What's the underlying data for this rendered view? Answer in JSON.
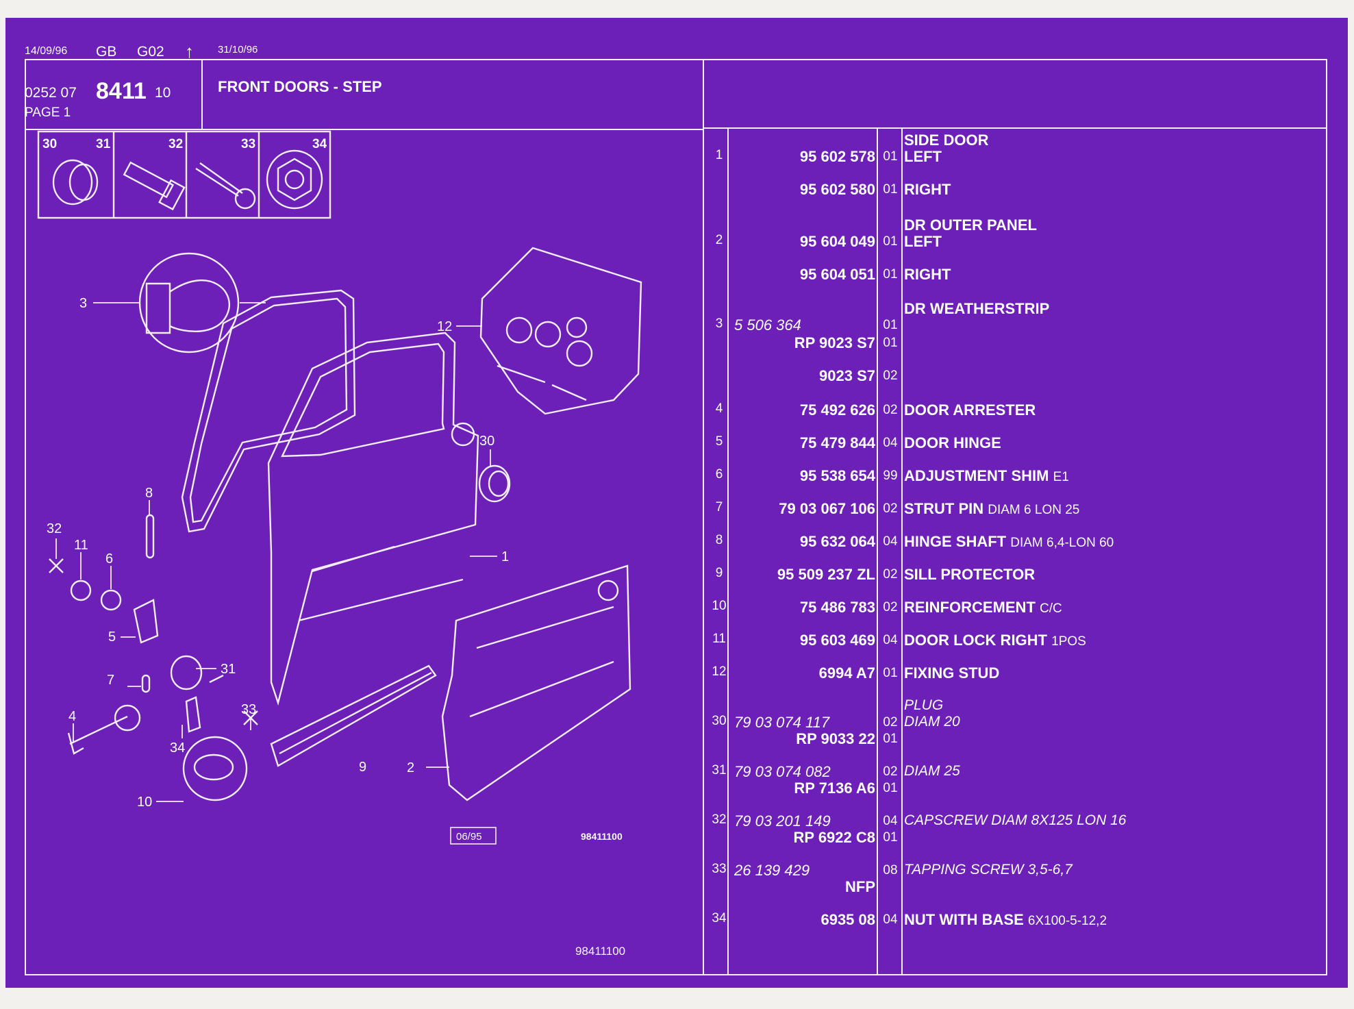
{
  "header": {
    "date_left": "14/09/96",
    "lang": "GB",
    "code": "G02",
    "arrow": "↑",
    "date_right": "31/10/96",
    "ref_prefix": "0252 07",
    "group": "8411",
    "ref_suffix": "10",
    "page": "PAGE 1",
    "title": "FRONT DOORS - STEP"
  },
  "small_parts": [
    {
      "no": "30",
      "icon": "plug-icon"
    },
    {
      "no": "31",
      "icon": "bolt-icon"
    },
    {
      "no": "32",
      "icon": "capscrew-icon"
    },
    {
      "no": "33",
      "icon": "tapping-screw-icon"
    },
    {
      "no": "34",
      "icon": "flange-nut-icon"
    }
  ],
  "drawing": {
    "callouts": [
      "1",
      "2",
      "3",
      "4",
      "5",
      "6",
      "7",
      "8",
      "9",
      "10",
      "11",
      "12",
      "30",
      "31",
      "32",
      "33",
      "34"
    ],
    "stamp_date": "06/95",
    "drawing_no_mid": "98411100",
    "drawing_no_bottom": "98411100"
  },
  "parts": [
    {
      "no": "",
      "ref": "",
      "qty": "",
      "desc": "SIDE DOOR",
      "desc_suffix": "",
      "italic": false
    },
    {
      "no": "1",
      "ref": "95 602 578",
      "qty": "01",
      "desc": "LEFT",
      "desc_suffix": "",
      "italic": false
    },
    {
      "no": "",
      "ref": "95 602 580",
      "qty": "01",
      "desc": "RIGHT",
      "desc_suffix": "",
      "italic": false
    },
    {
      "no": "",
      "ref": "",
      "qty": "",
      "desc": "DR OUTER PANEL",
      "desc_suffix": "",
      "italic": false
    },
    {
      "no": "2",
      "ref": "95 604 049",
      "qty": "01",
      "desc": "LEFT",
      "desc_suffix": "",
      "italic": false
    },
    {
      "no": "",
      "ref": "95 604 051",
      "qty": "01",
      "desc": "RIGHT",
      "desc_suffix": "",
      "italic": false
    },
    {
      "no": "",
      "ref": "",
      "qty": "",
      "desc": "DR WEATHERSTRIP",
      "desc_suffix": "",
      "italic": false
    },
    {
      "no": "3",
      "ref": "5 506 364",
      "qty": "01",
      "desc": "",
      "desc_suffix": "",
      "italic": true
    },
    {
      "no": "",
      "ref": "RP  9023 S7",
      "qty": "01",
      "desc": "",
      "desc_suffix": "",
      "italic": false
    },
    {
      "no": "",
      "ref": "9023 S7",
      "qty": "02",
      "desc": "",
      "desc_suffix": "",
      "italic": false
    },
    {
      "no": "4",
      "ref": "75 492 626",
      "qty": "02",
      "desc": "DOOR ARRESTER",
      "desc_suffix": "",
      "italic": false
    },
    {
      "no": "5",
      "ref": "75 479 844",
      "qty": "04",
      "desc": "DOOR HINGE",
      "desc_suffix": "",
      "italic": false
    },
    {
      "no": "6",
      "ref": "95 538 654",
      "qty": "99",
      "desc": "ADJUSTMENT SHIM",
      "desc_suffix": "E1",
      "italic": false
    },
    {
      "no": "7",
      "ref": "79 03 067 106",
      "qty": "02",
      "desc": "STRUT PIN",
      "desc_suffix": "DIAM 6 LON 25",
      "italic": false
    },
    {
      "no": "8",
      "ref": "95 632 064",
      "qty": "04",
      "desc": "HINGE SHAFT",
      "desc_suffix": "DIAM 6,4-LON 60",
      "italic": false
    },
    {
      "no": "9",
      "ref": "95 509 237 ZL",
      "qty": "02",
      "desc": "SILL PROTECTOR",
      "desc_suffix": "",
      "italic": false
    },
    {
      "no": "10",
      "ref": "75 486 783",
      "qty": "02",
      "desc": "REINFORCEMENT",
      "desc_suffix": "C/C",
      "italic": false
    },
    {
      "no": "11",
      "ref": "95 603 469",
      "qty": "04",
      "desc": "DOOR LOCK RIGHT",
      "desc_suffix": "1POS",
      "italic": false
    },
    {
      "no": "12",
      "ref": "6994 A7",
      "qty": "01",
      "desc": "FIXING STUD",
      "desc_suffix": "",
      "italic": false
    },
    {
      "no": "",
      "ref": "",
      "qty": "",
      "desc": "PLUG",
      "desc_suffix": "",
      "italic": true
    },
    {
      "no": "30",
      "ref": "79 03 074 117",
      "qty": "02",
      "desc": "DIAM 20",
      "desc_suffix": "",
      "italic": true
    },
    {
      "no": "",
      "ref": "RP  9033 22",
      "qty": "01",
      "desc": "",
      "desc_suffix": "",
      "italic": false
    },
    {
      "no": "31",
      "ref": "79 03 074 082",
      "qty": "02",
      "desc": "DIAM 25",
      "desc_suffix": "",
      "italic": true
    },
    {
      "no": "",
      "ref": "RP  7136 A6",
      "qty": "01",
      "desc": "",
      "desc_suffix": "",
      "italic": false
    },
    {
      "no": "32",
      "ref": "79 03 201 149",
      "qty": "04",
      "desc": "CAPSCREW DIAM 8X125 LON 16",
      "desc_suffix": "",
      "italic": true
    },
    {
      "no": "",
      "ref": "RP  6922 C8",
      "qty": "01",
      "desc": "",
      "desc_suffix": "",
      "italic": false
    },
    {
      "no": "33",
      "ref": "26 139 429",
      "qty": "08",
      "desc": "TAPPING SCREW 3,5-6,7",
      "desc_suffix": "",
      "italic": true
    },
    {
      "no": "",
      "ref": "NFP",
      "qty": "",
      "desc": "",
      "desc_suffix": "",
      "italic": false
    },
    {
      "no": "34",
      "ref": "6935 08",
      "qty": "04",
      "desc": "NUT WITH BASE",
      "desc_suffix": "6X100-5-12,2",
      "italic": false
    }
  ],
  "colors": {
    "background": "#6c20b8",
    "lines": "#f4eefc",
    "paper": "#f3f1ee"
  }
}
